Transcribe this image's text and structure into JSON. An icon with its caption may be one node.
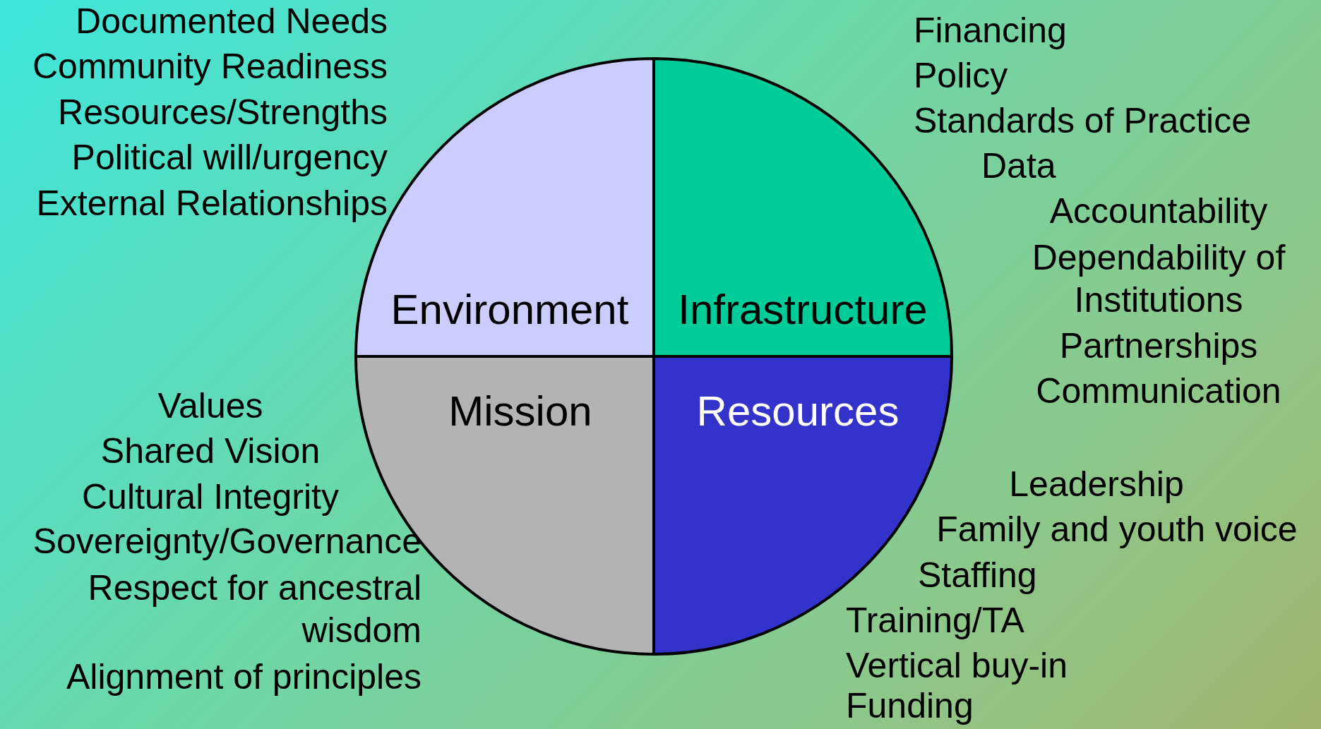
{
  "diagram": {
    "nodes": [
      {
        "text": [
          "Environment"
        ]
      },
      {
        "text": [
          "Infrastructure"
        ]
      },
      {
        "text": [
          "Mission"
        ]
      },
      {
        "text": [
          "Resources"
        ]
      }
    ],
    "labels": [
      "Documented Needs",
      "Community Readiness",
      "Resources/Strengths",
      "Political will/urgency",
      "External Relationships",
      "Financing",
      "Policy",
      "Standards of Practice",
      "Data",
      "Accountability",
      "Dependability of Institutions",
      "Partnerships",
      "Communication",
      "Values",
      "Shared Vision",
      "Cultural Integrity",
      "Sovereignty/Governance",
      "Respect for ancestral wisdom",
      "Alignment of principles",
      "Leadership",
      "Family and youth voice",
      "Staffing",
      "Training/TA",
      "Vertical buy-in",
      "Funding"
    ]
  }
}
